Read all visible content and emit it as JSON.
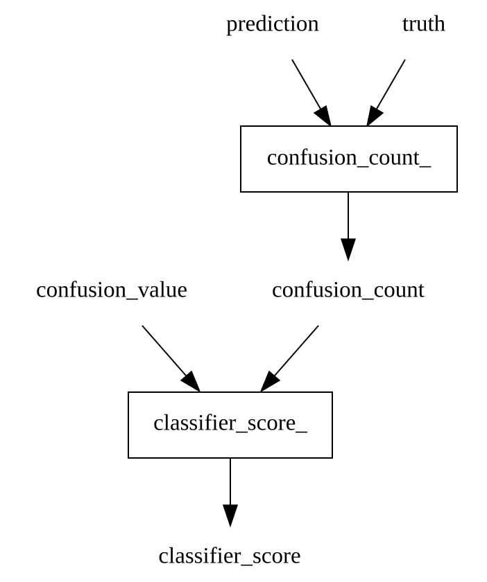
{
  "nodes": {
    "prediction": "prediction",
    "truth": "truth",
    "confusion_count_fn": "confusion_count_",
    "confusion_value": "confusion_value",
    "confusion_count": "confusion_count",
    "classifier_score_fn": "classifier_score_",
    "classifier_score": "classifier_score"
  },
  "edges": [
    {
      "from": "prediction",
      "to": "confusion_count_fn"
    },
    {
      "from": "truth",
      "to": "confusion_count_fn"
    },
    {
      "from": "confusion_count_fn",
      "to": "confusion_count"
    },
    {
      "from": "confusion_value",
      "to": "classifier_score_fn"
    },
    {
      "from": "confusion_count",
      "to": "classifier_score_fn"
    },
    {
      "from": "classifier_score_fn",
      "to": "classifier_score"
    }
  ]
}
